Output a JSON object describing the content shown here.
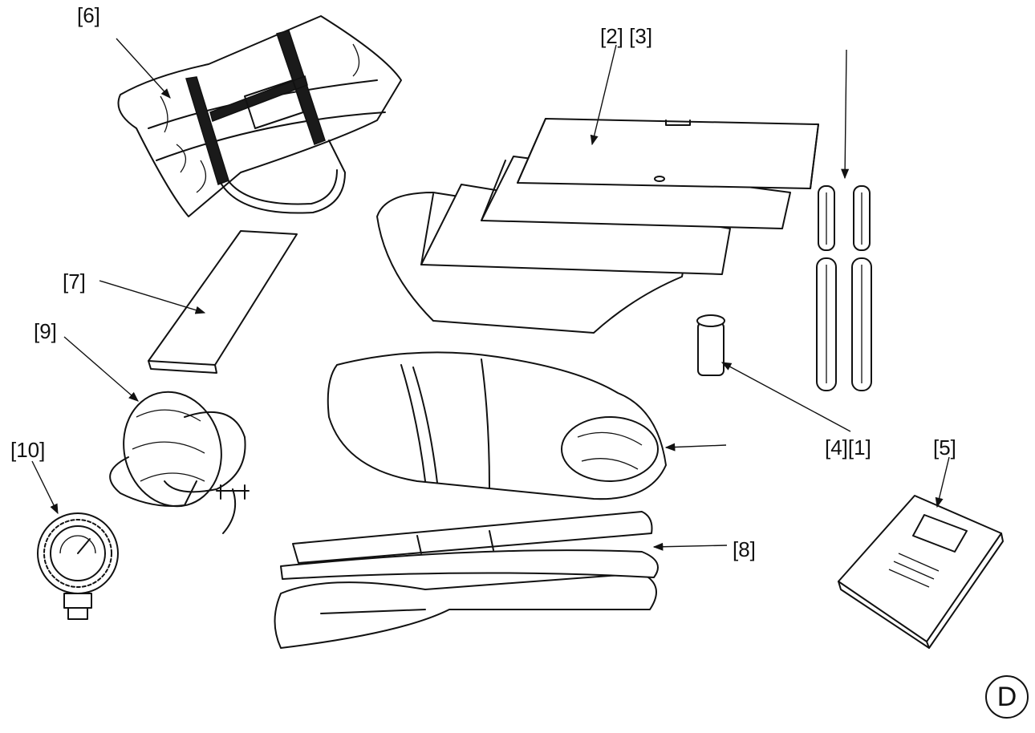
{
  "labels": {
    "bag": "[6]",
    "floorboards": "[2] [3]",
    "bench": "[7]",
    "pump": "[9]",
    "gauge": "[10]",
    "valve_parts": "[4][1]",
    "manual": "[5]",
    "oars": "[8]"
  },
  "badge": "D"
}
